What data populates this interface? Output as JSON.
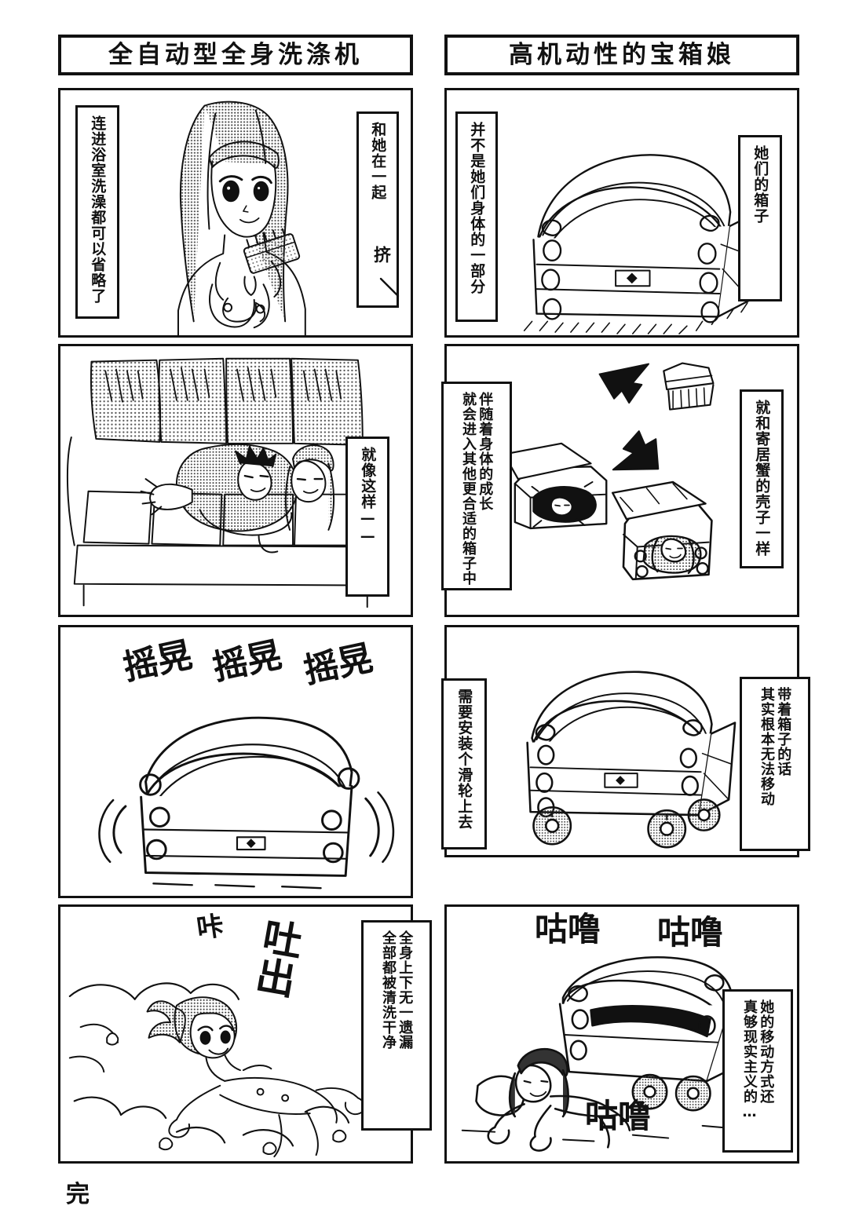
{
  "page": {
    "background_color": "#ffffff",
    "ink_color": "#111111",
    "end_mark": "完"
  },
  "strips": [
    {
      "id": "left",
      "title": "全自动型全身洗涤机",
      "panels": [
        {
          "id": "L1",
          "captions": [
            {
              "id": "L1-cap-left",
              "lines": [
                "连进浴室洗澡都可以省略了"
              ]
            },
            {
              "id": "L1-cap-right",
              "lines": [
                "和她在一起"
              ]
            }
          ],
          "sfx": [
            "挤"
          ],
          "scene": "girl-with-slime-bottle"
        },
        {
          "id": "L2",
          "captions": [
            {
              "id": "L2-cap-right",
              "lines": [
                "就像这样——"
              ]
            }
          ],
          "sfx": [],
          "scene": "couple-on-sofa"
        },
        {
          "id": "L3",
          "captions": [],
          "sfx": [
            "摇晃",
            "摇晃",
            "摇晃"
          ],
          "scene": "shaking-chest"
        },
        {
          "id": "L4",
          "captions": [
            {
              "id": "L4-cap-right",
              "lines": [
                "全身上下无一遗漏",
                "全部都被清洗干净"
              ]
            }
          ],
          "sfx": [
            "咔",
            "吐出"
          ],
          "scene": "girl-spat-out"
        }
      ]
    },
    {
      "id": "right",
      "title": "高机动性的宝箱娘",
      "panels": [
        {
          "id": "R1",
          "captions": [
            {
              "id": "R1-cap-left",
              "lines": [
                "并不是她们身体的一部分"
              ]
            },
            {
              "id": "R1-cap-right",
              "lines": [
                "她们的箱子"
              ]
            }
          ],
          "sfx": [],
          "scene": "treasure-chest"
        },
        {
          "id": "R2",
          "captions": [
            {
              "id": "R2-cap-left",
              "lines": [
                "伴随着身体的成长",
                "就会进入其他更合适的箱子中"
              ]
            },
            {
              "id": "R2-cap-right",
              "lines": [
                "就和寄居蟹的壳子一样"
              ]
            }
          ],
          "sfx": [],
          "scene": "chest-swap-arrows"
        },
        {
          "id": "R3",
          "captions": [
            {
              "id": "R3-cap-left",
              "lines": [
                "需要安装个滑轮上去"
              ]
            },
            {
              "id": "R3-cap-right",
              "lines": [
                "带着箱子的话",
                "其实根本无法移动"
              ]
            }
          ],
          "sfx": [],
          "scene": "chest-with-wheels"
        },
        {
          "id": "R4",
          "captions": [
            {
              "id": "R4-cap-right",
              "lines": [
                "她的移动方式还",
                "真够现实主义的…"
              ]
            }
          ],
          "sfx": [
            "咕噜",
            "咕噜",
            "咕噜"
          ],
          "scene": "girl-crawling-pushing-chest"
        }
      ]
    }
  ]
}
